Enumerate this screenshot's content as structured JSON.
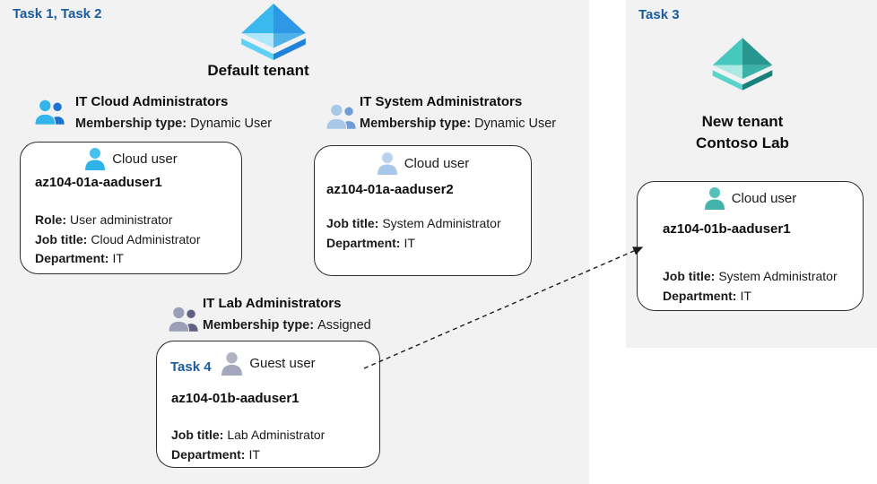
{
  "colors": {
    "accent_blue": "#1a5b9e",
    "panel_bg": "#f2f2f2",
    "card_border": "#2d2d2d",
    "tenant_icon_blue": "#2e97e6",
    "tenant_icon_teal": "#27968f",
    "group_cloud": "#33b5e9",
    "group_system": "#a9c7e9",
    "group_lab": "#9b9eb9",
    "user_cloud1": "#2eb4e8",
    "user_cloud2": "#a9c7e9",
    "user_guest": "#a4a7bc",
    "user_teal": "#44b3ad"
  },
  "icons": {
    "blue_tenant": "azure-tenant-icon",
    "teal_tenant": "azure-tenant-icon",
    "group": "user-group-icon",
    "person": "person-icon"
  },
  "left": {
    "task_label": "Task 1, Task 2",
    "tenant_title": "Default tenant",
    "groups": [
      {
        "name": "IT Cloud Administrators",
        "membership_label": "Membership type:",
        "membership_value": "Dynamic User"
      },
      {
        "name": "IT System Administrators",
        "membership_label": "Membership type:",
        "membership_value": "Dynamic User"
      },
      {
        "name": "IT Lab Administrators",
        "membership_label": "Membership type:",
        "membership_value": "Assigned"
      }
    ],
    "cards": [
      {
        "user_type": "Cloud user",
        "username": "az104-01a-aaduser1",
        "fields": [
          {
            "label": "Role:",
            "value": "User administrator"
          },
          {
            "label": "Job title:",
            "value": "Cloud Administrator"
          },
          {
            "label": "Department:",
            "value": "IT"
          }
        ]
      },
      {
        "user_type": "Cloud user",
        "username": "az104-01a-aaduser2",
        "fields": [
          {
            "label": "Job title:",
            "value": "System Administrator"
          },
          {
            "label": "Department:",
            "value": "IT"
          }
        ]
      },
      {
        "task_label": "Task 4",
        "user_type": "Guest user",
        "username": "az104-01b-aaduser1",
        "fields": [
          {
            "label": "Job title:",
            "value": "Lab Administrator"
          },
          {
            "label": "Department:",
            "value": "IT"
          }
        ]
      }
    ]
  },
  "right": {
    "task_label": "Task 3",
    "tenant_title_line1": "New tenant",
    "tenant_title_line2": "Contoso Lab",
    "card": {
      "user_type": "Cloud user",
      "username": "az104-01b-aaduser1",
      "fields": [
        {
          "label": "Job title:",
          "value": "System Administrator"
        },
        {
          "label": "Department:",
          "value": "IT"
        }
      ]
    }
  },
  "arrow": {
    "style": "dashed",
    "from": "guest-user-card",
    "to": "new-tenant-user-card"
  }
}
